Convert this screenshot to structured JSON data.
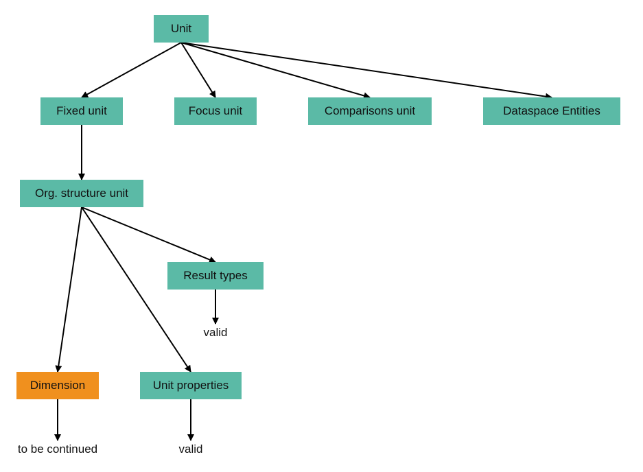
{
  "colors": {
    "node_fill": "#5bbaa6",
    "highlight_fill": "#f0901e",
    "edge": "#000000"
  },
  "nodes": {
    "unit": "Unit",
    "fixed_unit": "Fixed unit",
    "focus_unit": "Focus unit",
    "comparisons_unit": "Comparisons unit",
    "dataspace_entities": "Dataspace Entities",
    "org_structure_unit": "Org. structure unit",
    "result_types": "Result types",
    "result_types_valid": "valid",
    "dimension": "Dimension",
    "unit_properties": "Unit properties",
    "dimension_continued": "to be continued",
    "unit_properties_valid": "valid"
  },
  "edges": [
    {
      "from": "unit",
      "to": "fixed_unit"
    },
    {
      "from": "unit",
      "to": "focus_unit"
    },
    {
      "from": "unit",
      "to": "comparisons_unit"
    },
    {
      "from": "unit",
      "to": "dataspace_entities"
    },
    {
      "from": "fixed_unit",
      "to": "org_structure_unit"
    },
    {
      "from": "org_structure_unit",
      "to": "result_types"
    },
    {
      "from": "org_structure_unit",
      "to": "dimension"
    },
    {
      "from": "org_structure_unit",
      "to": "unit_properties"
    },
    {
      "from": "result_types",
      "to": "result_types_valid"
    },
    {
      "from": "dimension",
      "to": "dimension_continued"
    },
    {
      "from": "unit_properties",
      "to": "unit_properties_valid"
    }
  ]
}
